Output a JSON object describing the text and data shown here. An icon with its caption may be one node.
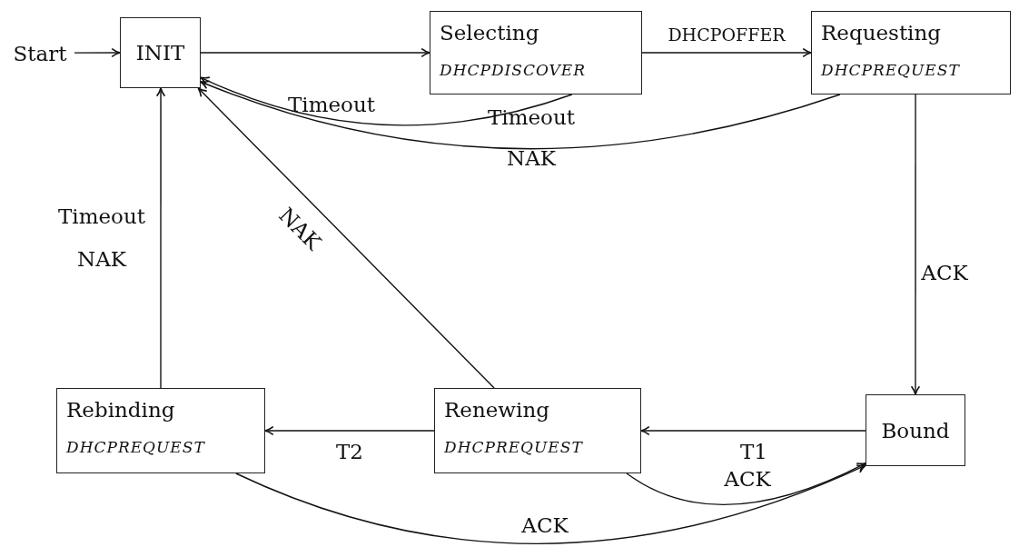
{
  "diagram": {
    "nodes": [
      {
        "text": [
          "Start"
        ]
      },
      {
        "text": [
          "INIT"
        ]
      },
      {
        "text": [
          "Selecting",
          "DHCPDISCOVER"
        ]
      },
      {
        "text": [
          "Requesting",
          "DHCPREQUEST"
        ]
      },
      {
        "text": [
          "Bound"
        ]
      },
      {
        "text": [
          "Renewing",
          "DHCPREQUEST"
        ]
      },
      {
        "text": [
          "Rebinding",
          "DHCPREQUEST"
        ]
      }
    ],
    "edges": [
      {
        "from": 0,
        "to": 1,
        "arrow": "to"
      },
      {
        "from": 1,
        "to": 2,
        "arrow": "to"
      },
      {
        "from": 2,
        "to": 3,
        "arrow": "to",
        "label": "DHCPOFFER"
      },
      {
        "from": 2,
        "to": 1,
        "arrow": "to",
        "label": "Timeout"
      },
      {
        "from": 3,
        "to": 1,
        "arrow": "to",
        "label": "Timeout NAK"
      },
      {
        "from": 3,
        "to": 4,
        "arrow": "to",
        "label": "ACK"
      },
      {
        "from": 4,
        "to": 5,
        "arrow": "to",
        "label": "T1"
      },
      {
        "from": 5,
        "to": 4,
        "arrow": "to",
        "label": "ACK"
      },
      {
        "from": 5,
        "to": 6,
        "arrow": "to",
        "label": "T2"
      },
      {
        "from": 6,
        "to": 1,
        "arrow": "to",
        "label": "Timeout NAK"
      },
      {
        "from": 5,
        "to": 1,
        "arrow": "to",
        "label": "NAK"
      },
      {
        "from": 6,
        "to": 4,
        "arrow": "to",
        "label": "ACK"
      }
    ]
  }
}
